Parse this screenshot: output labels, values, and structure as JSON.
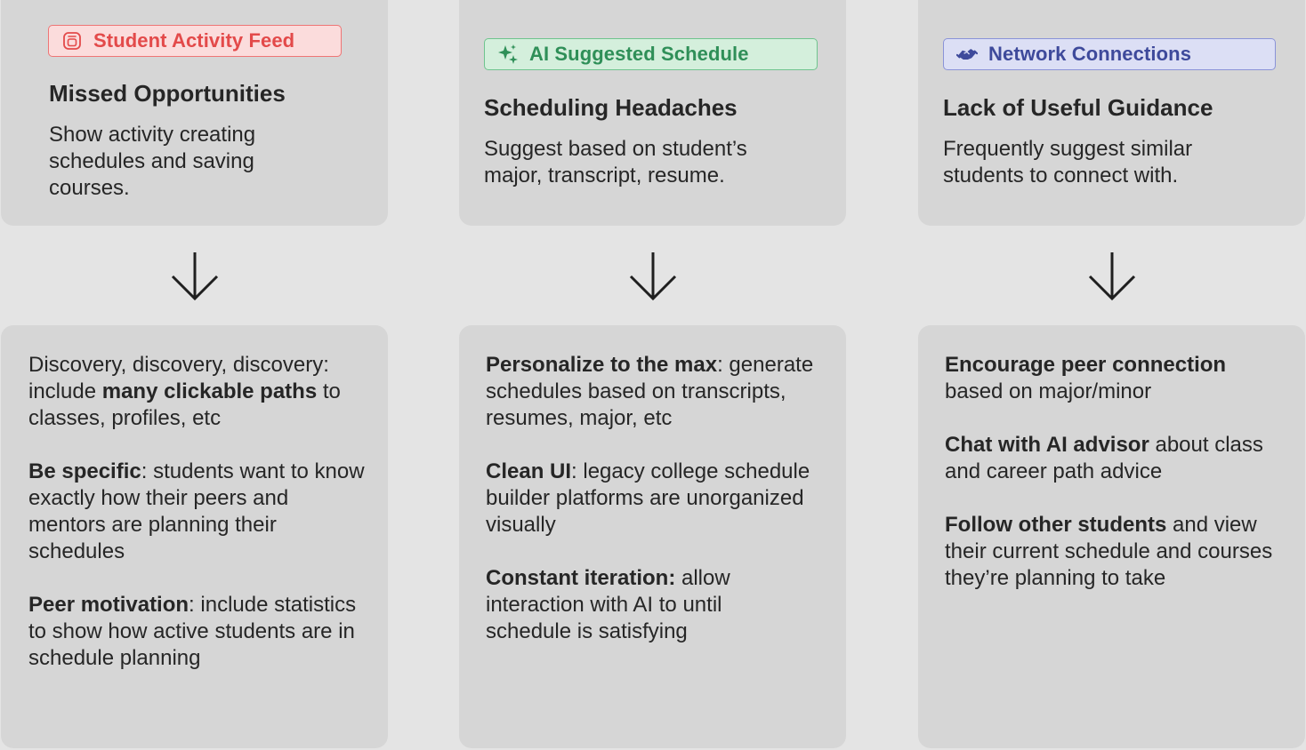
{
  "columns": [
    {
      "tag": {
        "label": "Student Activity Feed",
        "icon": "feed-icon",
        "color": "#e34a4a"
      },
      "heading": "Missed Opportunities",
      "description": "Show activity creating schedules and saving courses.",
      "points": [
        {
          "lead": "",
          "bold": "",
          "pre": "Discovery, discovery, discovery: include ",
          "mid_bold": "many clickable paths",
          "rest": " to classes, profiles, etc"
        },
        {
          "bold": "Be specific",
          "rest": ": students want to know exactly how their peers and mentors are planning their schedules"
        },
        {
          "bold": "Peer motivation",
          "rest": ": include statistics to show how active students are in schedule planning"
        }
      ]
    },
    {
      "tag": {
        "label": "AI Suggested Schedule",
        "icon": "sparkle-icon",
        "color": "#2f8f58"
      },
      "heading": "Scheduling Headaches",
      "description": "Suggest based on student’s major, transcript, resume.",
      "points": [
        {
          "bold": "Personalize to the max",
          "rest": ": generate schedules based on transcripts, resumes, major, etc"
        },
        {
          "bold": "Clean UI",
          "rest": ": legacy college schedule builder platforms are unorganized visually"
        },
        {
          "bold": "Constant iteration:",
          "rest": " allow interaction with AI to until schedule is satisfying"
        }
      ]
    },
    {
      "tag": {
        "label": "Network Connections",
        "icon": "handshake-icon",
        "color": "#3e4a9b"
      },
      "heading": "Lack of Useful Guidance",
      "description": "Frequently suggest similar students to connect with.",
      "points": [
        {
          "bold": "Encourage peer connection",
          "rest": " based on major/minor"
        },
        {
          "bold": "Chat with AI advisor",
          "rest": " about class and career path advice"
        },
        {
          "bold": "Follow other students",
          "rest": " and view their current schedule and courses they’re planning to take"
        }
      ]
    }
  ]
}
